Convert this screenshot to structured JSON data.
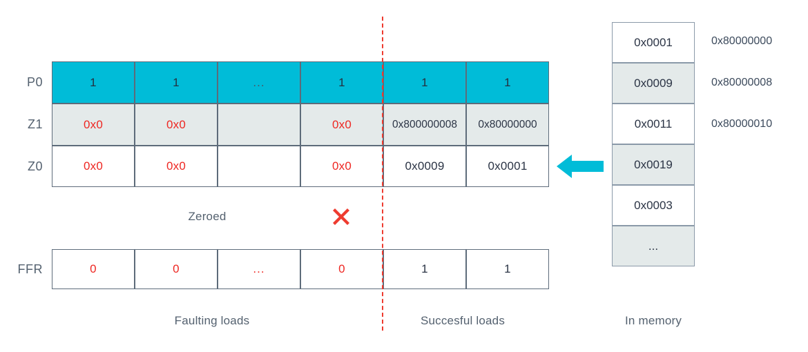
{
  "diagram": {
    "title_none": "",
    "colors": {
      "predicate_cyan": "#00bcd8",
      "row_gray": "#e4eaea",
      "zero_red": "#ee2722",
      "divider_red": "#ee3b2f",
      "text_slate": "#54616f"
    }
  },
  "registers": {
    "row_labels": [
      "P0",
      "Z1",
      "Z0"
    ],
    "rows": [
      {
        "name": "P0",
        "style": "p0",
        "cells": [
          "1",
          "1",
          "...",
          "1",
          "1",
          "1"
        ]
      },
      {
        "name": "Z1",
        "style": "gray",
        "cells": [
          "0x0",
          "0x0",
          "",
          "0x0",
          "0x800000008",
          "0x80000000"
        ]
      },
      {
        "name": "Z0",
        "style": "white",
        "cells": [
          "0x0",
          "0x0",
          "",
          "0x0",
          "0x0009",
          "0x0001"
        ]
      }
    ]
  },
  "ffr": {
    "row_label": "FFR",
    "cells": [
      "0",
      "0",
      "...",
      "0",
      "1",
      "1"
    ]
  },
  "annotations": {
    "zeroed_label": "Zeroed",
    "x_mark": "cross-mark",
    "arrow": "left-arrow"
  },
  "captions": {
    "faulting_loads": "Faulting loads",
    "successful_loads": "Succesful loads",
    "in_memory": "In memory"
  },
  "memory": {
    "values": [
      "0x0001",
      "0x0009",
      "0x0011",
      "0x0019",
      "0x0003",
      "..."
    ],
    "addresses": [
      "0x80000000",
      "0x80000008",
      "0x80000010"
    ]
  }
}
